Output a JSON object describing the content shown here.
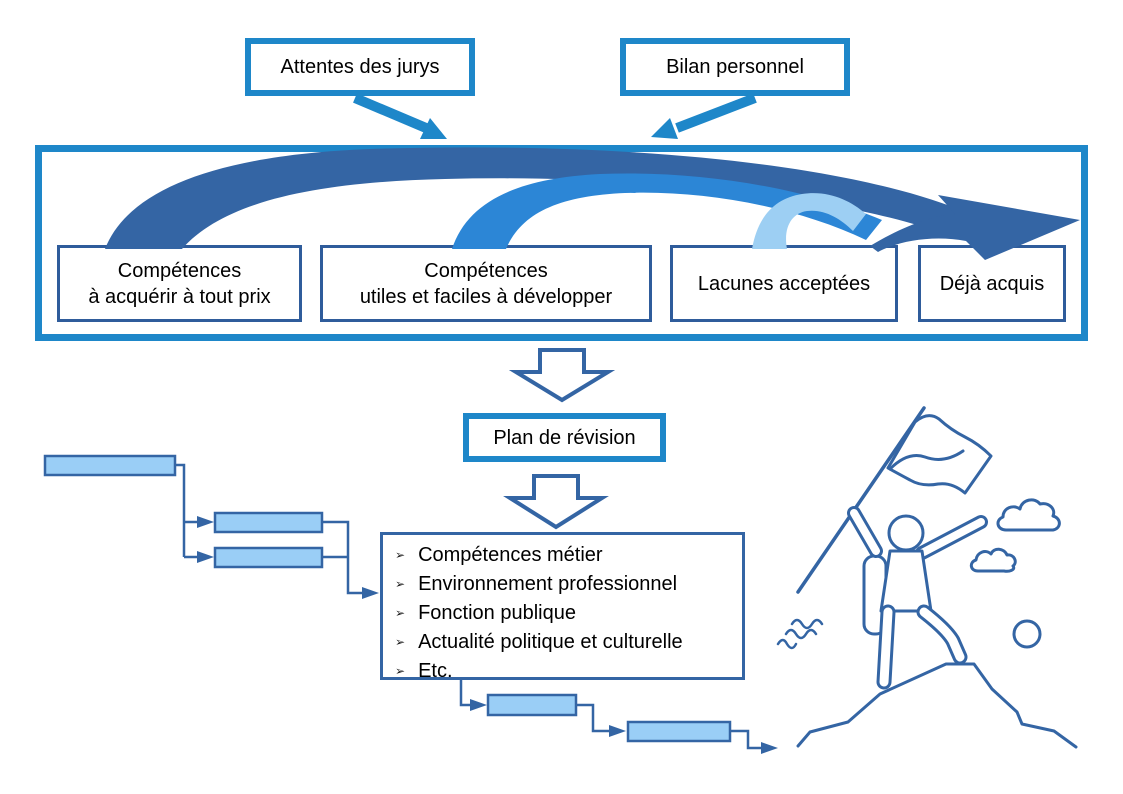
{
  "colors": {
    "accent_bright_blue": "#1E87C9",
    "steel_blue": "#3465A4",
    "arc_dark": "#3465A4",
    "arc_medium": "#2C86D6",
    "arc_light": "#9DCFF3",
    "gantt_bar_fill": "#9ACEF6",
    "inner_box_border": "#2F5C9B",
    "text": "#000000"
  },
  "top_boxes": [
    {
      "label": "Attentes des jurys"
    },
    {
      "label": "Bilan personnel"
    }
  ],
  "matrix": {
    "boxes": [
      {
        "lines": [
          "Compétences",
          "à acquérir à tout prix"
        ]
      },
      {
        "lines": [
          "Compétences",
          "utiles et faciles à développer"
        ]
      },
      {
        "lines": [
          "Lacunes acceptées"
        ]
      },
      {
        "lines": [
          "Déjà acquis"
        ]
      }
    ]
  },
  "plan": {
    "label": "Plan de révision"
  },
  "revision_topics": {
    "bullet_glyph": "➢",
    "items": [
      "Compétences métier",
      "Environnement professionnel",
      "Fonction publique",
      "Actualité politique et culturelle",
      "Etc."
    ]
  }
}
